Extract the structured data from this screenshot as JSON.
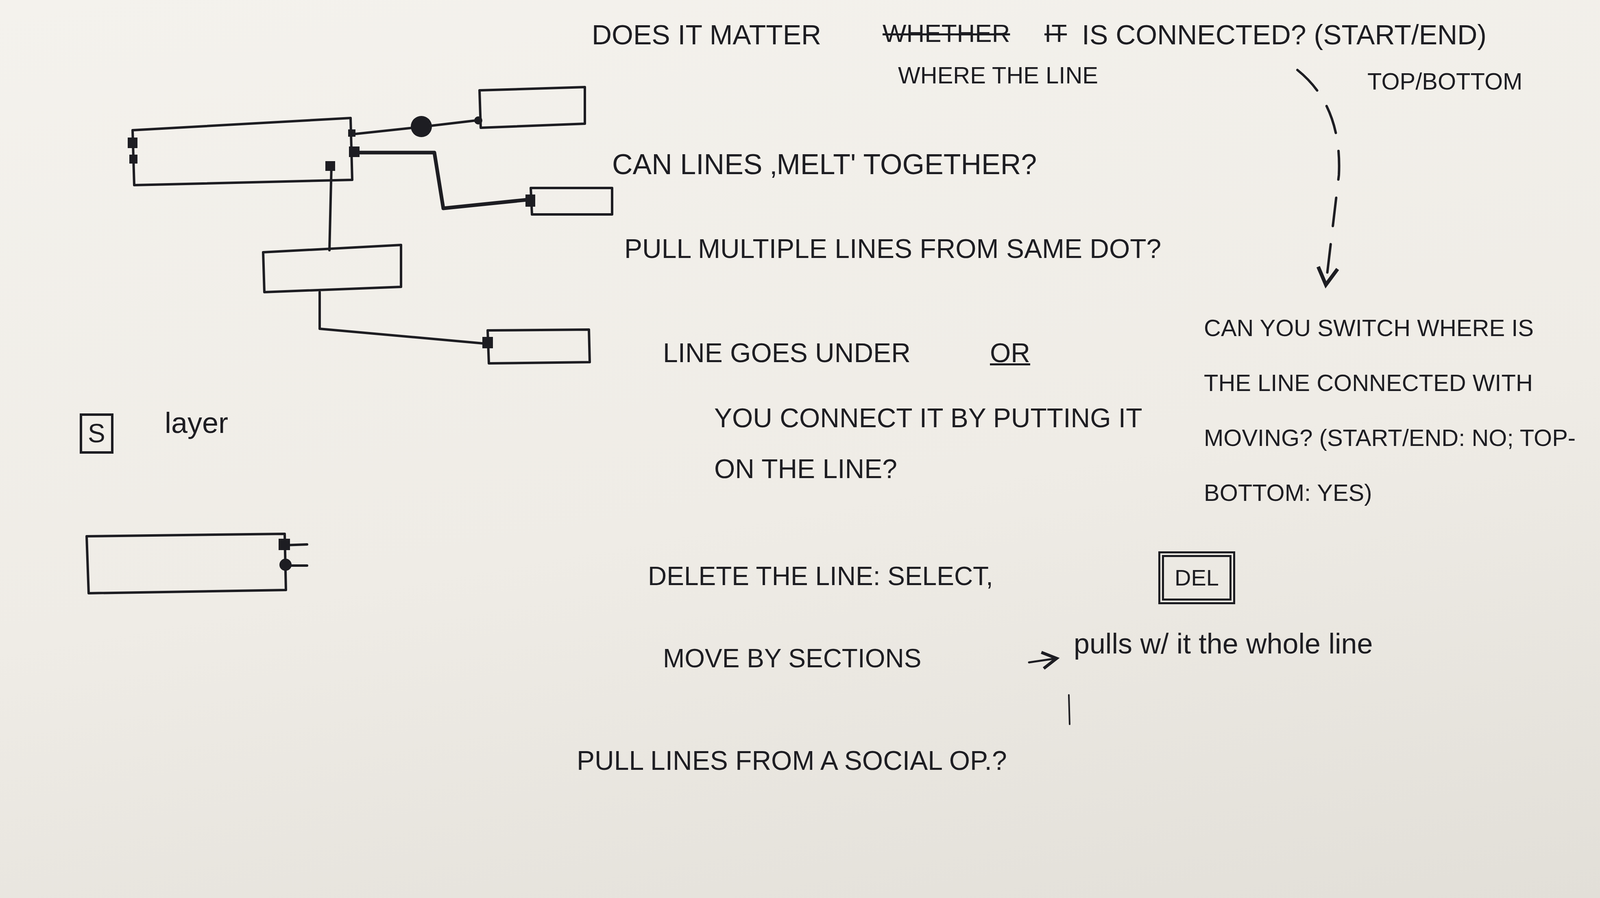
{
  "diagram": {
    "nodes": [
      {
        "text": [
          "S",
          "layer"
        ]
      },
      {
        "text": [
          "DEL"
        ]
      }
    ],
    "labels": [
      "DOES IT MATTER",
      "WHETHER",
      "IT",
      "IS CONNECTED? (START/END)",
      "WHERE THE LINE",
      "TOP/BOTTOM",
      "CAN LINES ‚MELT' TOGETHER?",
      "PULL MULTIPLE LINES FROM SAME DOT?",
      "LINE GOES UNDER",
      "OR",
      "YOU CONNECT IT BY PUTTING IT ON THE LINE?",
      "CAN YOU SWITCH WHERE IS THE LINE CONNECTED WITH MOVING? (START/END: NO; TOP-BOTTOM: YES)",
      "DELETE THE LINE: SELECT,",
      "MOVE BY SECTIONS",
      "pulls w/ it the whole line",
      "PULL LINES FROM A SOCIAL OP.?"
    ]
  }
}
